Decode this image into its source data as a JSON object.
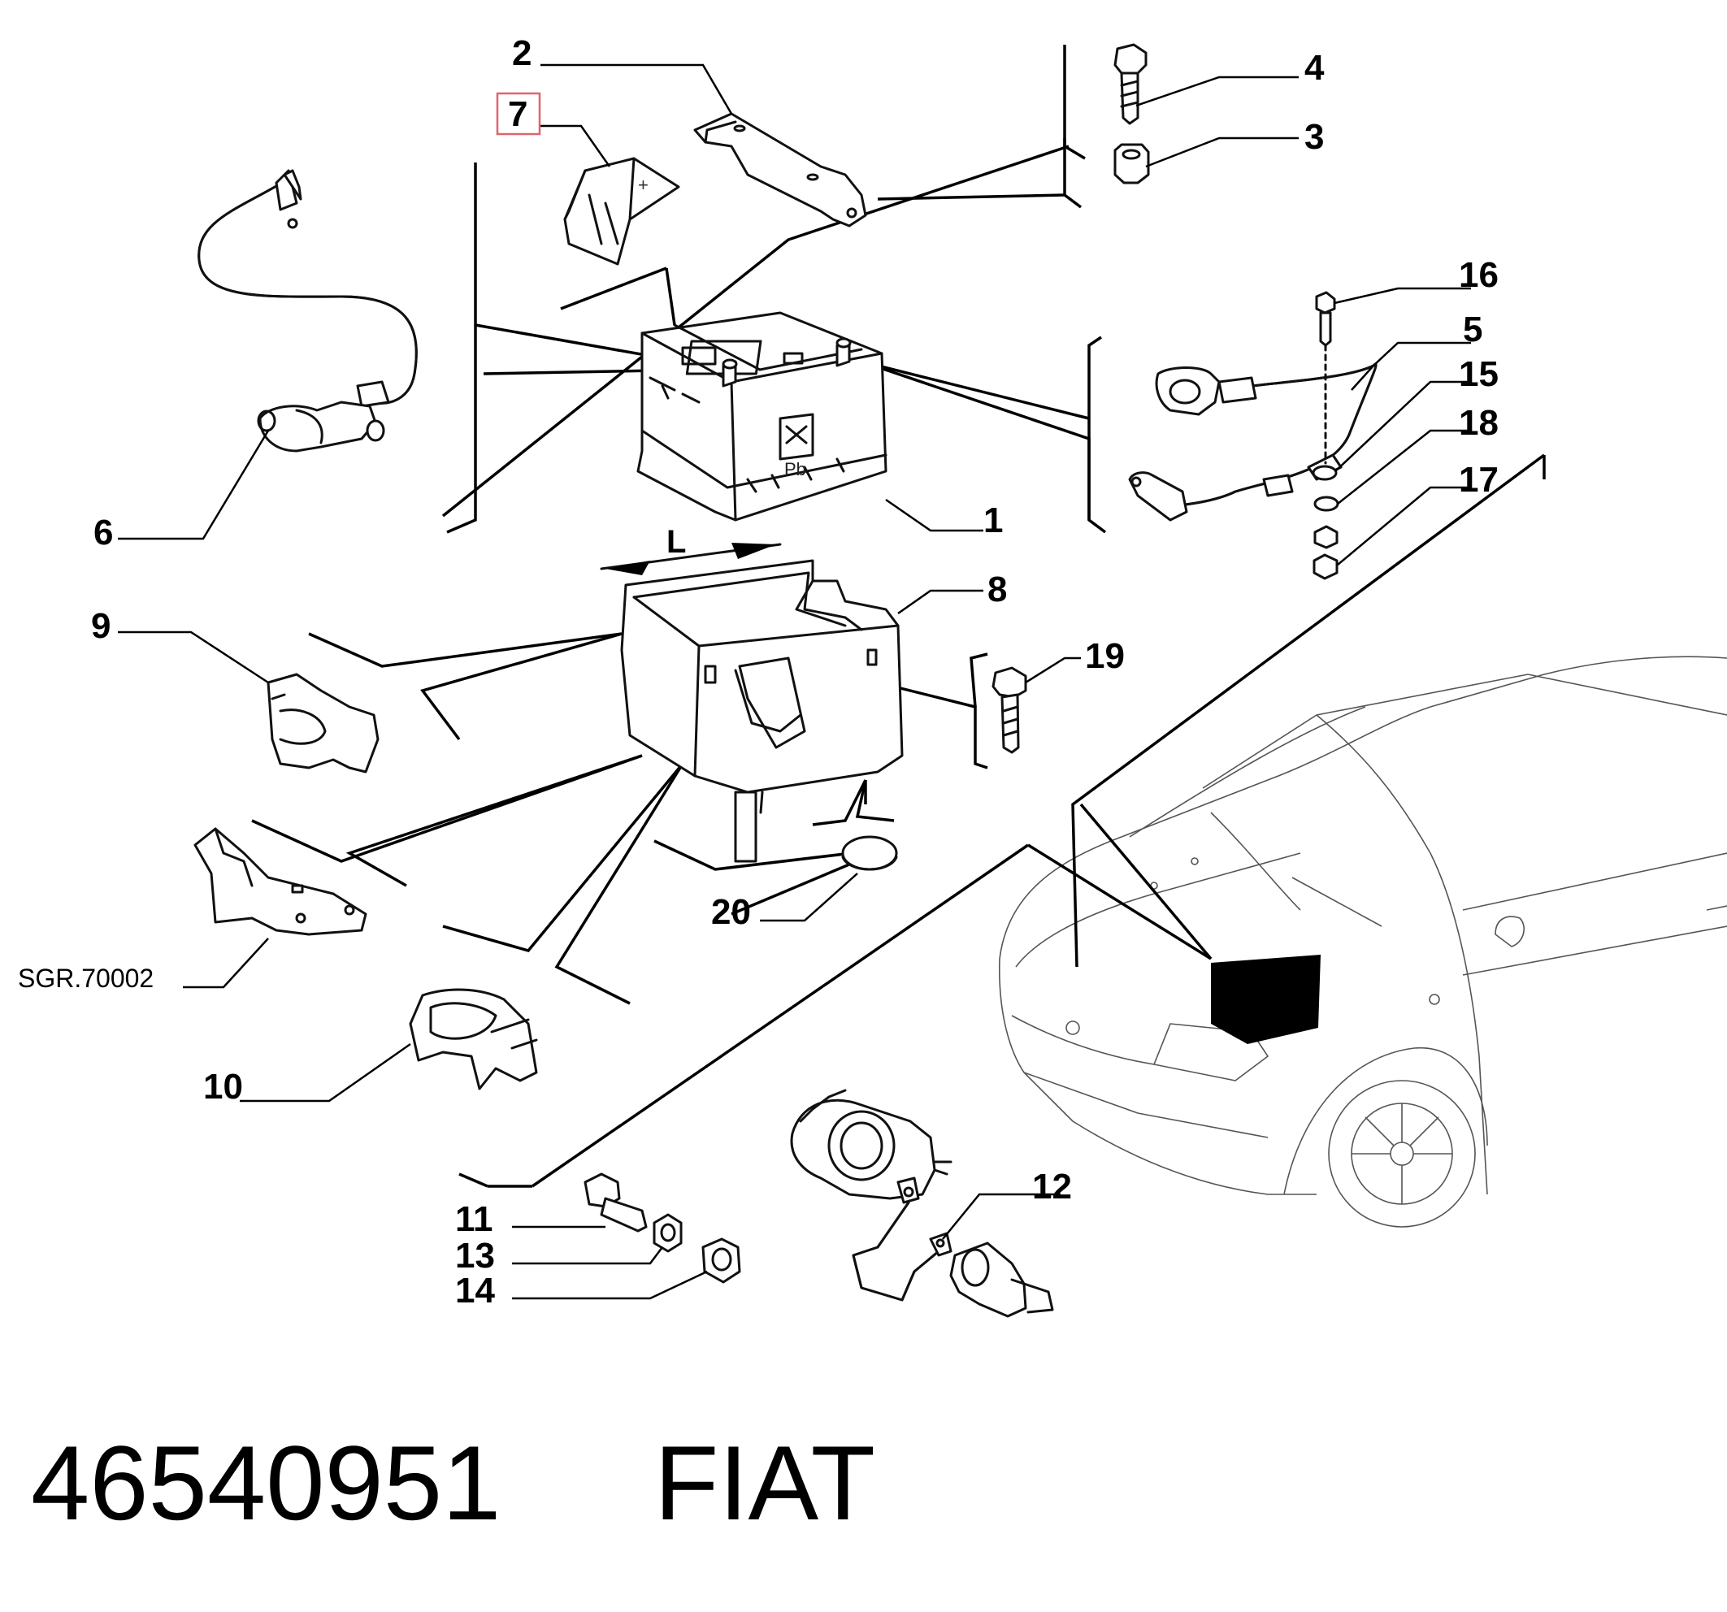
{
  "callouts": {
    "c1": "1",
    "c2": "2",
    "c3": "3",
    "c4": "4",
    "c5": "5",
    "c6": "6",
    "c7": "7",
    "c8": "8",
    "c9": "9",
    "c10": "10",
    "c11": "11",
    "c12": "12",
    "c13": "13",
    "c14": "14",
    "c15": "15",
    "c16": "16",
    "c17": "17",
    "c18": "18",
    "c19": "19",
    "c20": "20",
    "sgr": "SGR.70002",
    "dim_L": "L"
  },
  "battery_marks": {
    "pb": "Pb"
  },
  "footer": {
    "part_number": "46540951",
    "brand": "FIAT"
  },
  "highlighted_callout": "7",
  "colors": {
    "line": "#111111",
    "car_line": "#555555",
    "highlight": "#e0646e"
  }
}
